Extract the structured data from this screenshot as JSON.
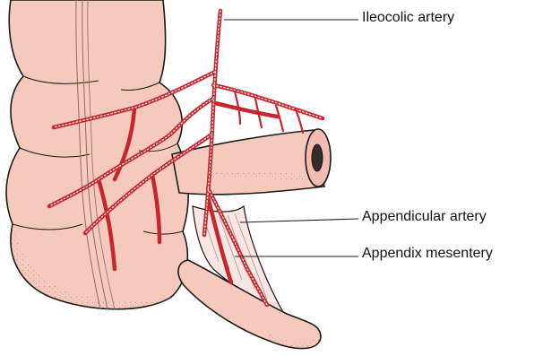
{
  "labels": {
    "ileocolic_artery": "Ileocolic artery",
    "appendicular_artery": "Appendicular artery",
    "appendix_mesentery": "Appendix mesentery"
  },
  "colors": {
    "tissue": "#f6c9bd",
    "tissue_shadow": "#e9a99c",
    "outline": "#1a1a1a",
    "artery": "#c8262e",
    "leader_line": "#222222",
    "background": "#ffffff"
  }
}
